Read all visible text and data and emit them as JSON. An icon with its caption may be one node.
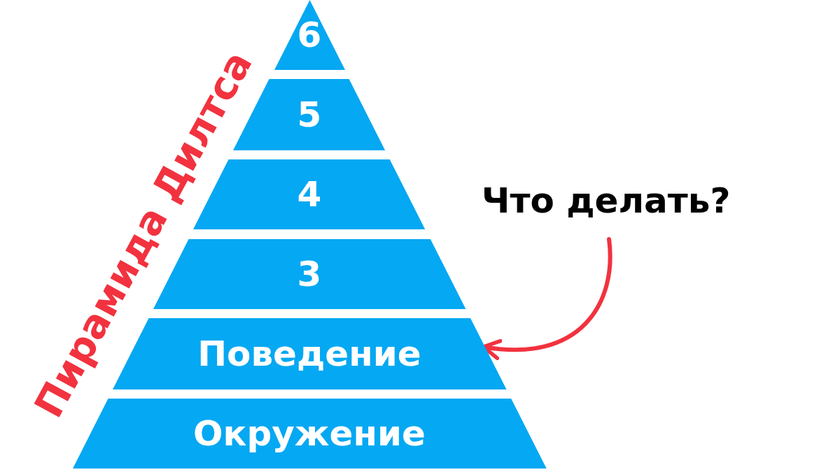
{
  "diagram": {
    "nodes": [
      {
        "text": [
          "6"
        ]
      },
      {
        "text": [
          "5"
        ]
      },
      {
        "text": [
          "4"
        ]
      },
      {
        "text": [
          "3"
        ]
      },
      {
        "text": [
          "Поведение"
        ]
      },
      {
        "text": [
          "Окружение"
        ]
      },
      {
        "text": [
          "Что делать?"
        ]
      }
    ],
    "edges": [
      {
        "from": 6,
        "to": 4,
        "arrow": "to",
        "color": "#f2323f"
      }
    ],
    "labels": [
      "Пирамида Дилтса"
    ]
  }
}
